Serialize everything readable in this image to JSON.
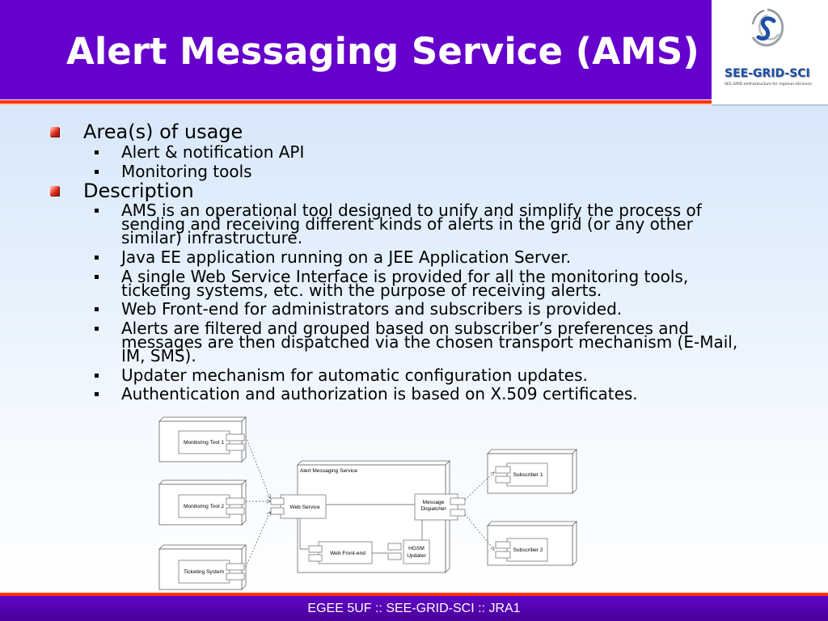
{
  "title": "Alert Messaging Service (AMS)",
  "logo": {
    "name": "SEE-GRID-SCI",
    "tagline": "SEE-GRID eInfrastructure for regional eScience",
    "icon": "swirl-s-logo"
  },
  "sections": [
    {
      "heading": "Area(s) of usage",
      "items": [
        "Alert & notification API",
        "Monitoring tools"
      ]
    },
    {
      "heading": "Description",
      "items": [
        "AMS is an operational tool designed to unify and simplify the process of sending and receiving different kinds of alerts in the grid (or any other similar) infrastructure.",
        "Java EE application running on a JEE Application Server.",
        "A single Web Service Interface is provided for all the monitoring tools, ticketing systems, etc. with the purpose of receiving alerts.",
        "Web Front-end for administrators and subscribers is provided.",
        "Alerts are filtered and grouped based on subscriber’s preferences and messages are then dispatched via the chosen transport mechanism (E-Mail, IM, SMS).",
        "Updater mechanism for automatic configuration updates.",
        "Authentication and authorization is based on X.509 certificates."
      ]
    }
  ],
  "diagram": {
    "container": "Alert Messaging Service",
    "components": {
      "monitoring_tool_1": "Monitoring Tool 1",
      "monitoring_tool_2": "Monitoring Tool 2",
      "ticketing_system": "Ticketing System",
      "web_service": "Web Service",
      "message_dispatcher": [
        "Message",
        "Dispatcher"
      ],
      "web_frontend": "Web Front-end",
      "hgsm_updater": [
        "HGSM",
        "Updater"
      ],
      "subscriber_1": "Subscriber 1",
      "subscriber_2": "Subscriber 2"
    }
  },
  "footer": "EGEE 5UF :: SEE-GRID-SCI :: JRA1",
  "colors": {
    "header_bg": "#6600cc",
    "accent": "#ff3300",
    "footer_bg": "#5f06c6",
    "logo_blue": "#1d4fa8",
    "bullet_red": "#e03020",
    "text": "#000000"
  }
}
